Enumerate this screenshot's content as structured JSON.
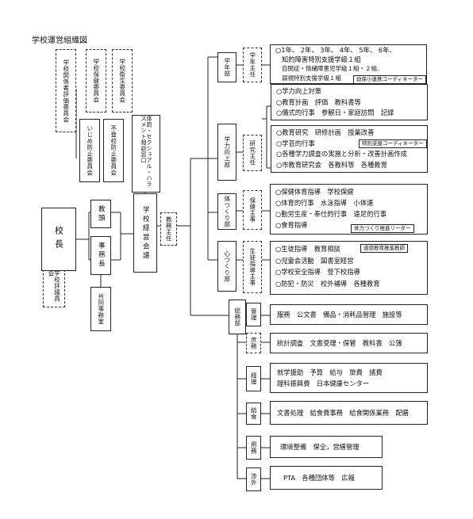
{
  "title": "学校運営組織図",
  "principal": "校長",
  "vice_principal": "教頭",
  "office_head": "事務長",
  "joint_office": "共同事務室",
  "management_meeting": "学校経営会議",
  "head_teacher": "教務主任",
  "left_committees": {
    "stakeholder_evaluation": "学校関係者評価委員会",
    "school_health": "学校保健委員会",
    "safety_health": "学校衛生委員会",
    "bullying_prevention": "いじめ防止委員会",
    "truancy_prevention": "不登校防止委員会",
    "harassment_consultation": "体罰・セクシュアル・ハラスメント相談窓口",
    "school_council": "学校評議員会"
  },
  "departments": [
    {
      "name": "学年部",
      "leader": "学年主任",
      "items": [
        "○1年、 2年、 3年、 4年、 5年、 6年、",
        "知的障害特別支援学級１組",
        "自閉症・情緒障害児学級１組・２組、",
        "弱視特別支援学級１組"
      ],
      "tags": [
        "幼保小連携コーディネーター"
      ]
    },
    {
      "name": "学力向上部",
      "leader": "研究主任",
      "groups": [
        [
          "○学力向上対策",
          "○教育計画　評価　教科書等",
          "○儀式的行事　参観日・家庭訪問　記録"
        ],
        [
          "○教育研究　研修計画　授業改善",
          "○学芸的行事",
          "○各種学力調査の実施と分析・改善計画作成",
          "○市教育研究会　各教科等　各種教育"
        ]
      ],
      "tags": [
        "特別支援コーディネーター"
      ]
    },
    {
      "name": "体つくり部",
      "leader": "保健主事",
      "items": [
        "○保健体育指導　学校保健",
        "○体育的行事　水泳指導　小体連",
        "○勤労生産・奉仕的行事　遠足的行事",
        "○食育指導"
      ],
      "tags": [
        "体力つくり推進リーダー"
      ]
    },
    {
      "name": "心つくり部",
      "leader": "生徒指導主事",
      "items": [
        "○生徒指導　教育相談",
        "○児童会活動　図書室経営",
        "○学校安全指導　登下校指導",
        "○防犯・防災　校外補導　各種教育"
      ],
      "tags": [
        "道徳教育推進教師"
      ]
    },
    {
      "name": "総務部",
      "subs": [
        {
          "name": "管理",
          "items": [
            "服務　公文書　備品・消耗品管理　施設等"
          ]
        },
        {
          "name": "庶務",
          "items": [
            "統計調査　文書受理・保管　教科書　公簿"
          ]
        },
        {
          "name": "経理",
          "items": [
            "就学援助　予算　給与　旅費　諸費",
            "理科振興費　日本健康センター"
          ]
        },
        {
          "name": "給食",
          "items": [
            "文書処理　給食費事務　給食関係業務　配膳"
          ]
        },
        {
          "name": "用務",
          "items": [
            "環境整備　保全，営繕管理"
          ]
        },
        {
          "name": "渉外",
          "items": [
            "PTA　各種団体等　広報"
          ]
        }
      ]
    }
  ]
}
